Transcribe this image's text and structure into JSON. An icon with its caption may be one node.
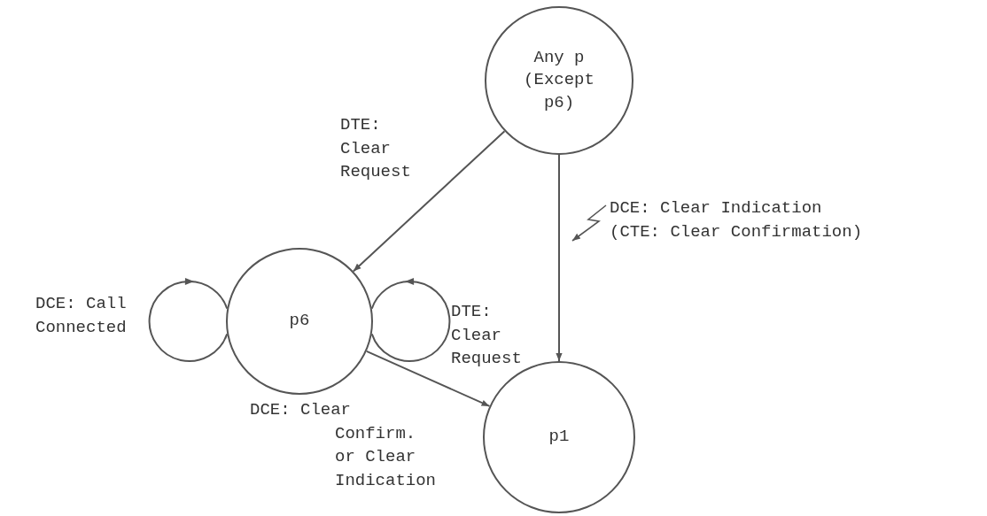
{
  "diagram": {
    "nodes": [
      {
        "text": [
          "Any p (Except p6)"
        ]
      },
      {
        "text": [
          "p6"
        ]
      },
      {
        "text": [
          "p1"
        ]
      }
    ],
    "edges": [
      {
        "from": 0,
        "to": 1,
        "arrow": "to",
        "label": "DTE: Clear Request"
      },
      {
        "from": 1,
        "to": 1,
        "arrow": "to",
        "label": "DCE: Call Connected"
      },
      {
        "from": 1,
        "to": 1,
        "arrow": "to",
        "label": "DTE: Clear Request"
      },
      {
        "from": 0,
        "to": 2,
        "arrow": "to",
        "label": "DCE: Clear Indication (CTE: Clear Confirmation)"
      },
      {
        "from": 1,
        "to": 2,
        "arrow": "to",
        "label": "DCE: Clear Confirm. or Clear Indication"
      }
    ]
  }
}
